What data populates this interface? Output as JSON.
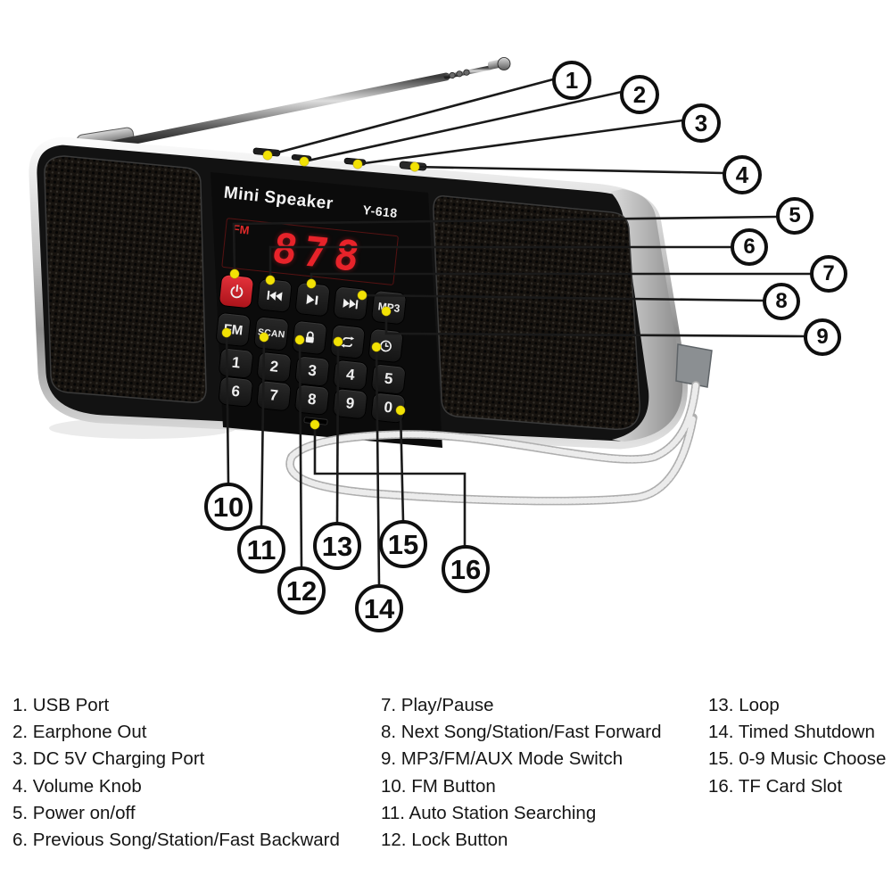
{
  "product": {
    "name": "Mini Speaker",
    "model": "Y-618",
    "display": {
      "band": "FM",
      "frequency": "878"
    },
    "keys": {
      "mp3": "MP3",
      "fm": "FM",
      "scan": "SCAN",
      "digits": [
        "1",
        "2",
        "3",
        "4",
        "5",
        "6",
        "7",
        "8",
        "9",
        "0"
      ]
    },
    "colors": {
      "power_button_red": "#cf2128",
      "display_red": "#e8232a",
      "marker_dot_yellow": "#f2e205",
      "body_black": "#121212",
      "chrome_trim": "#c9c9c9"
    },
    "icons": [
      "power-icon",
      "previous-track-icon",
      "play-pause-icon",
      "next-track-icon",
      "lock-icon",
      "loop-icon",
      "timer-clock-icon"
    ]
  },
  "callouts": [
    {
      "num": "1",
      "label": "USB Port"
    },
    {
      "num": "2",
      "label": "Earphone Out"
    },
    {
      "num": "3",
      "label": "DC 5V Charging Port"
    },
    {
      "num": "4",
      "label": "Volume Knob"
    },
    {
      "num": "5",
      "label": "Power on/off"
    },
    {
      "num": "6",
      "label": "Previous Song/Station/Fast Backward"
    },
    {
      "num": "7",
      "label": "Play/Pause"
    },
    {
      "num": "8",
      "label": "Next Song/Station/Fast Forward"
    },
    {
      "num": "9",
      "label": "MP3/FM/AUX Mode Switch"
    },
    {
      "num": "10",
      "label": "FM Button"
    },
    {
      "num": "11",
      "label": "Auto Station Searching"
    },
    {
      "num": "12",
      "label": "Lock Button"
    },
    {
      "num": "13",
      "label": "Loop"
    },
    {
      "num": "14",
      "label": "Timed Shutdown"
    },
    {
      "num": "15",
      "label": "0-9 Music Choose"
    },
    {
      "num": "16",
      "label": "TF Card Slot"
    }
  ],
  "legend": {
    "col1": [
      "1. USB Port",
      "2. Earphone Out",
      "3. DC 5V Charging Port",
      "4. Volume Knob",
      "5. Power on/off",
      "6. Previous Song/Station/Fast Backward"
    ],
    "col2": [
      "7. Play/Pause",
      "8. Next Song/Station/Fast Forward",
      "9. MP3/FM/AUX Mode Switch",
      "10. FM Button",
      "11. Auto Station Searching",
      "12. Lock Button"
    ],
    "col3": [
      "13. Loop",
      "14. Timed Shutdown",
      "15. 0-9 Music Choose",
      "16. TF Card Slot"
    ]
  }
}
